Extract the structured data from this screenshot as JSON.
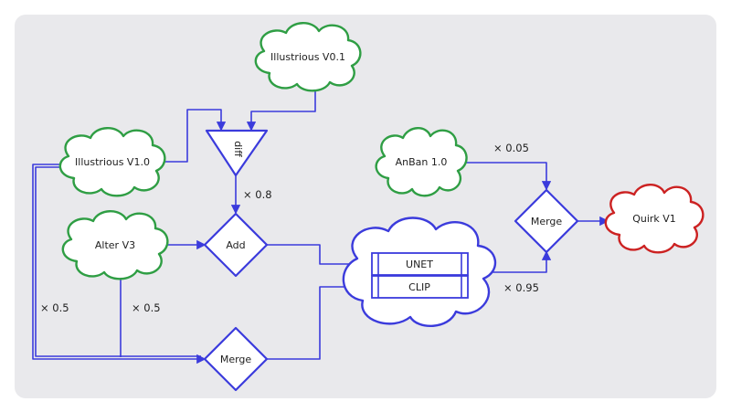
{
  "diagram": {
    "nodes": {
      "illustrious_v01": {
        "label": "Illustrious V0.1"
      },
      "illustrious_v10": {
        "label": "Illustrious V1.0"
      },
      "alter_v3": {
        "label": "Alter V3"
      },
      "anban_10": {
        "label": "AnBan 1.0"
      },
      "quirk_v1": {
        "label": "Quirk V1"
      },
      "diff": {
        "label": "diff"
      },
      "add": {
        "label": "Add"
      },
      "merge_bottom": {
        "label": "Merge"
      },
      "merge_right": {
        "label": "Merge"
      },
      "unet": {
        "label": "UNET"
      },
      "clip": {
        "label": "CLIP"
      }
    },
    "edge_labels": {
      "diff_to_add": "× 0.8",
      "anban_weight": "× 0.05",
      "model_weight": "× 0.95",
      "illustrious_weight": "× 0.5",
      "alter_weight": "× 0.5"
    },
    "colors": {
      "background_panel": "#e9e9ec",
      "blue_stroke": "#3b3bdc",
      "green_stroke": "#2f9e44",
      "red_stroke": "#cc2222",
      "text": "#1e1e1e"
    }
  }
}
